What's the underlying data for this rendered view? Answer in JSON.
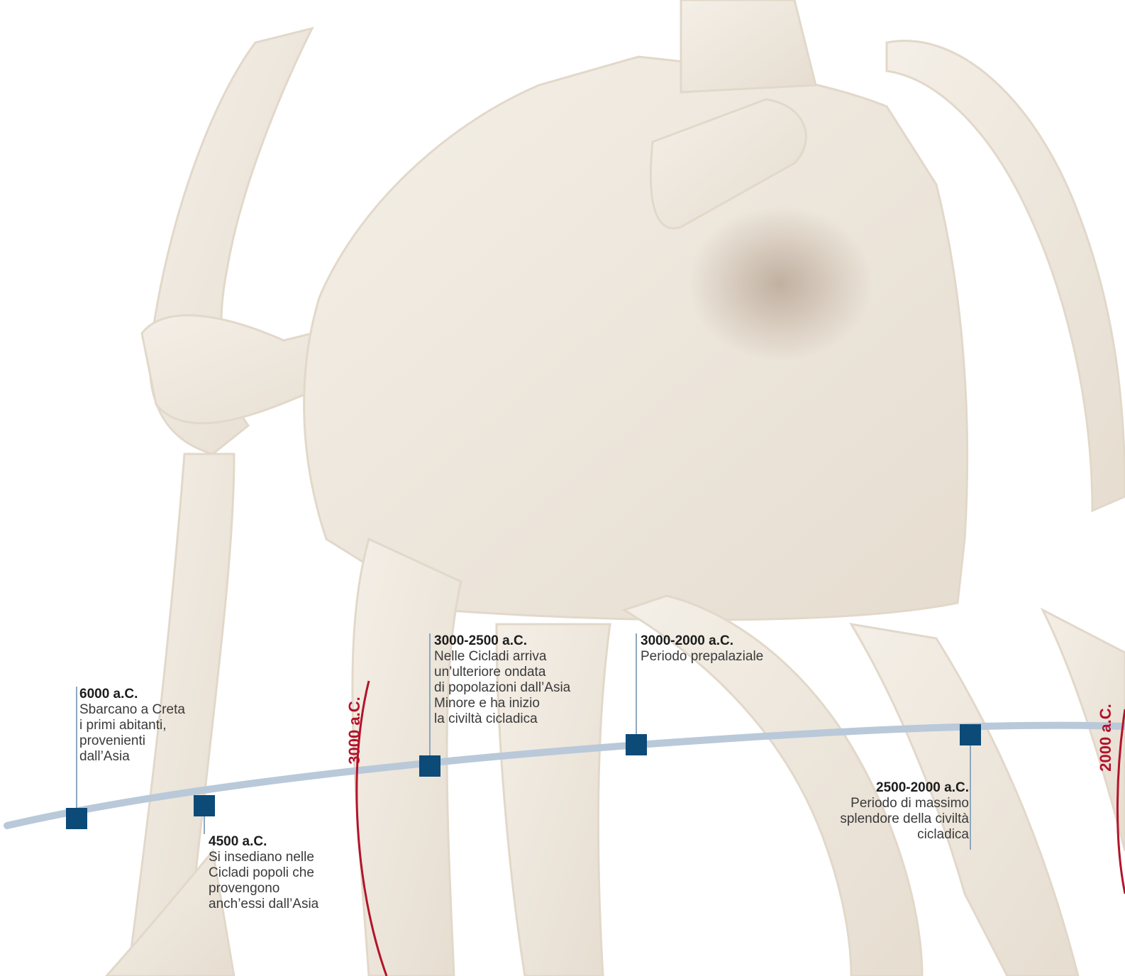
{
  "colors": {
    "marker": "#0c4a78",
    "timeline": "#b9c9d9",
    "stem": "#8fa7bd",
    "era_arc": "#b3132b",
    "statue_base": "#f1ebe1",
    "statue_shade": "#dcd2c3"
  },
  "events": [
    {
      "date": "6000 a.C.",
      "text": "Sbarcano a Creta\ni primi abitanti,\nprovenienti\ndall’Asia"
    },
    {
      "date": "4500 a.C.",
      "text": "Si insediano nelle\nCicladi popoli che\nprovengono\nanch’essi dall’Asia"
    },
    {
      "date": "3000-2500 a.C.",
      "text": "Nelle Cicladi arriva\nun’ulteriore ondata\ndi popolazioni dall’Asia\nMinore e ha inizio\nla civiltà cicladica"
    },
    {
      "date": "3000-2000 a.C.",
      "text": "Periodo prepalaziale"
    },
    {
      "date": "2500-2000 a.C.",
      "text": "Periodo di massimo\nsplendore della civiltà\ncicladica"
    }
  ],
  "era_markers": [
    {
      "label": "3000 a.C."
    },
    {
      "label": "2000 a.C."
    }
  ]
}
